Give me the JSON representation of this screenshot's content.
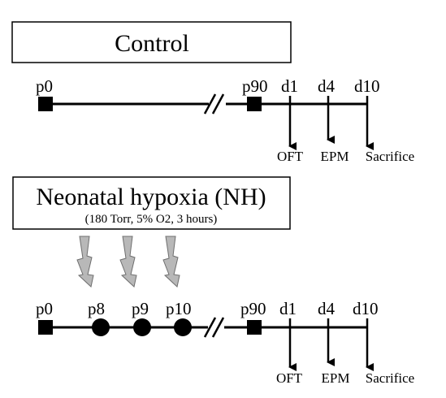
{
  "colors": {
    "line": "#000000",
    "lightning_fill": "#b8b8b8",
    "lightning_stroke": "#6e6e6e",
    "box_border": "#000000",
    "background": "#ffffff"
  },
  "control": {
    "title": "Control",
    "timeline": {
      "labels": {
        "p0": "p0",
        "p90": "p90",
        "d1": "d1",
        "d4": "d4",
        "d10": "d10"
      },
      "events": {
        "oft": "OFT",
        "epm": "EPM",
        "sacrifice": "Sacrifice"
      }
    }
  },
  "nh": {
    "title": "Neonatal hypoxia (NH)",
    "subtitle": "(180 Torr, 5% O2, 3 hours)",
    "timeline": {
      "labels": {
        "p0": "p0",
        "p8": "p8",
        "p9": "p9",
        "p10": "p10",
        "p90": "p90",
        "d1": "d1",
        "d4": "d4",
        "d10": "d10"
      },
      "events": {
        "oft": "OFT",
        "epm": "EPM",
        "sacrifice": "Sacrifice"
      }
    }
  },
  "icons": {
    "lightning": "lightning-bolt-icon",
    "break": "axis-break-icon",
    "square_marker": "square-marker-icon",
    "circle_marker": "circle-marker-icon",
    "arrow": "down-arrow-icon"
  }
}
